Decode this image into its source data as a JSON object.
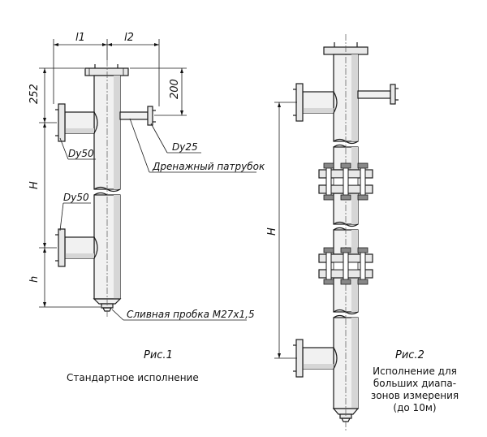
{
  "figure1": {
    "dim_l1": "l1",
    "dim_l2": "l2",
    "dim_252": "252",
    "dim_200": "200",
    "dim_H": "H",
    "dim_h": "h",
    "label_dy50_top": "Dy50",
    "label_dy25": "Dy25",
    "label_drain": "Дренажный патрубок",
    "label_dy50_bottom": "Dy50",
    "label_plug": "Сливная пробка М27х1,5",
    "fig_number": "Рис.1",
    "caption": "Стандартное исполнение"
  },
  "figure2": {
    "dim_H": "H",
    "fig_number": "Рис.2",
    "caption_lines": [
      "Исполнение для",
      "больших диапа-",
      "зонов измерения",
      "(до 10м)"
    ]
  }
}
